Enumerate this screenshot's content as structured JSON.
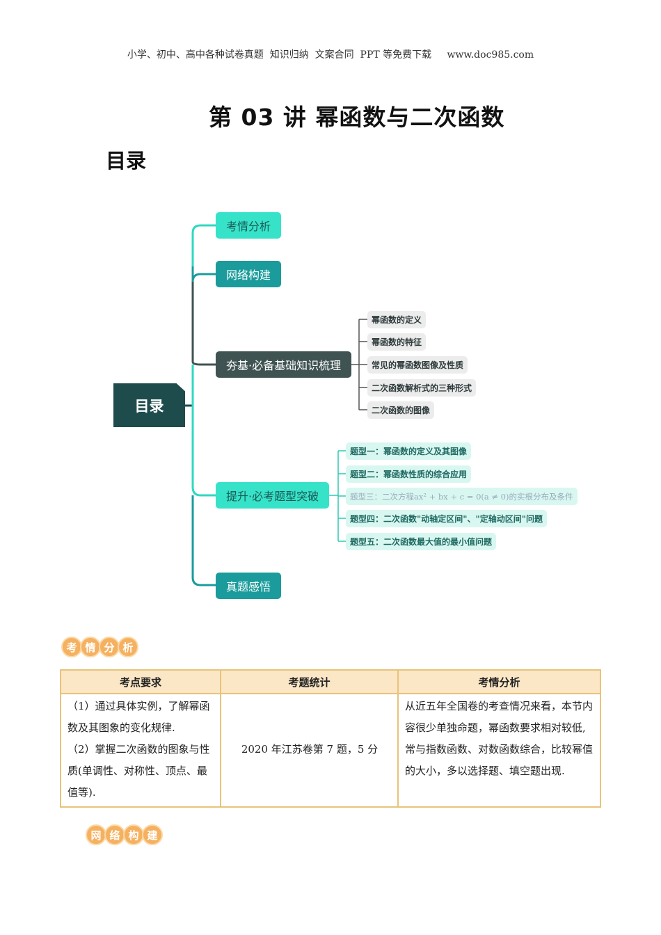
{
  "header": "小学、初中、高中各种试卷真题  知识归纳  文案合同  PPT 等免费下载     www.doc985.com",
  "title": "第 03 讲  幂函数与二次函数",
  "toc_heading": "目录",
  "mindmap": {
    "root": "目录",
    "branches": [
      "考情分析",
      "网络构建",
      "夯基·必备基础知识梳理",
      "提升·必考题型突破",
      "真题感悟"
    ],
    "basics": [
      "幂函数的定义",
      "幂函数的特征",
      "常见的幂函数图像及性质",
      "二次函数解析式的三种形式",
      "二次函数的图像"
    ],
    "types": [
      "题型一：幂函数的定义及其图像",
      "题型二：幂函数性质的综合应用",
      "题型三：二次方程ax² + bx + c = 0(a ≠ 0)的实根分布及条件",
      "题型四：二次函数\"动轴定区间\"、\"定轴动区间\"问题",
      "题型五：二次函数最大值的最小值问题"
    ]
  },
  "section1": {
    "badge": [
      "考",
      "情",
      "分",
      "析"
    ],
    "headers": [
      "考点要求",
      "考题统计",
      "考情分析"
    ],
    "col1": "（1）通过具体实例，了解幂函数及其图象的变化规律.\n（2）掌握二次函数的图象与性质(单调性、对称性、顶点、最值等).",
    "col2": "2020 年江苏卷第 7 题，5 分",
    "col3": "从近五年全国卷的考查情况来看，本节内容很少单独命题，幂函数要求相对较低, 常与指数函数、对数函数综合，比较幂值的大小，多以选择题、填空题出现."
  },
  "section2": {
    "badge": [
      "网",
      "络",
      "构",
      "建"
    ]
  }
}
